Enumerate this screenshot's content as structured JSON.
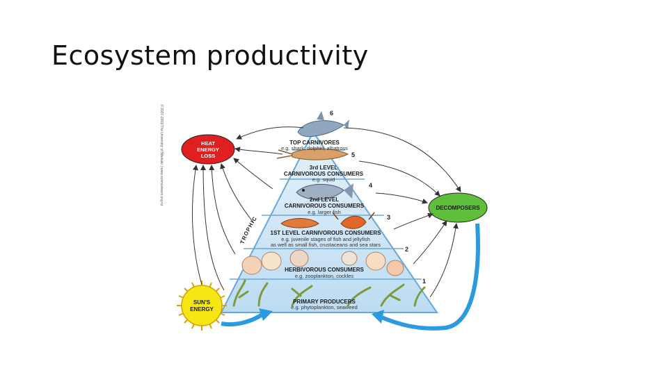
{
  "slide": {
    "title": "Ecosystem productivity"
  },
  "diagram": {
    "copyright": "© 2007-2009 The University of Waikato | www.sciencelearn.org.nz",
    "heat_loss": "HEAT ENERGY LOSS",
    "heat_lines": [
      "HEAT",
      "ENERGY",
      "LOSS"
    ],
    "decomposers": "DECOMPOSERS",
    "sun": [
      "SUN'S",
      "ENERGY"
    ],
    "trophic_word": "TROPHIC",
    "levels": [
      {
        "num": "6",
        "title": [
          "TOP CARNIVORES"
        ],
        "example": [
          "e.g. shark, dolphin, albatross"
        ]
      },
      {
        "num": "5",
        "title": [
          "3rd LEVEL",
          "CARNIVOROUS CONSUMERS"
        ],
        "example": [
          "e.g. squid"
        ]
      },
      {
        "num": "4",
        "title": [
          "2nd LEVEL",
          "CARNIVOROUS CONSUMERS"
        ],
        "example": [
          "e.g. larger fish"
        ]
      },
      {
        "num": "3",
        "title": [
          "1ST LEVEL CARNIVOROUS CONSUMERS"
        ],
        "example": [
          "e.g. juvenile stages of fish and jellyfish",
          "as well as small fish, crustaceans and sea stars"
        ]
      },
      {
        "num": "2",
        "title": [
          "HERBIVOROUS CONSUMERS"
        ],
        "example": [
          "e.g. zooplankton, cockles"
        ]
      },
      {
        "num": "1",
        "title": [
          "PRIMARY PRODUCERS"
        ],
        "example": [
          "e.g. phytoplankton, seaweed"
        ]
      }
    ],
    "colors": {
      "pyramid_fill": "#cfe6f7",
      "pyramid_stroke": "#6aa7d6",
      "heat": "#e02020",
      "decomposers": "#5fbf3a",
      "sun": "#f5e614",
      "flow_arrow": "#2a9be0"
    }
  }
}
